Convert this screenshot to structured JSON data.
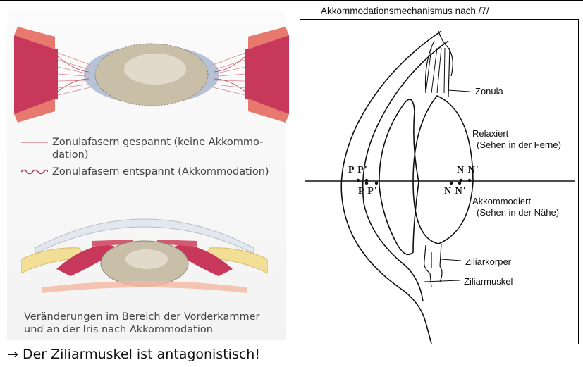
{
  "right_panel": {
    "title": "Akkommodationsmechanismus nach /7/",
    "labels": {
      "zonula": "Zonula",
      "relaxiert": "Relaxiert",
      "relaxiert_sub": "(Sehen in der Ferne)",
      "akkommodiert": "Akkommodiert",
      "akkommodiert_sub": "(Sehen in der Nähe)",
      "ziliarkoerper": "Ziliarkörper",
      "ziliarmuskel": "Ziliarmuskel",
      "pp_top": "P P'",
      "pp_bottom": "P P'",
      "nn_top": "N N'",
      "nn_bottom": "N N'"
    }
  },
  "left_panel": {
    "legend": [
      {
        "text": "Zonulafasern gespannt (keine Akkommo-dation)",
        "line_style": "straight",
        "color": "#d9848c"
      },
      {
        "text": "Zonulafasern entspannt (Akkommodation)",
        "line_style": "wavy",
        "color": "#b03a55"
      }
    ],
    "caption": "Veränderungen im Bereich der Vorderkammer und an der Iris nach Akkommodation"
  },
  "conclusion": "→ Der Ziliarmuskel ist antagonistisch!",
  "colors": {
    "muscle": "#c8385a",
    "muscle_light": "#e8796f",
    "lens": "#c9bfa9",
    "capsule": "#b7c2d6",
    "sclera": "#f2df95"
  }
}
